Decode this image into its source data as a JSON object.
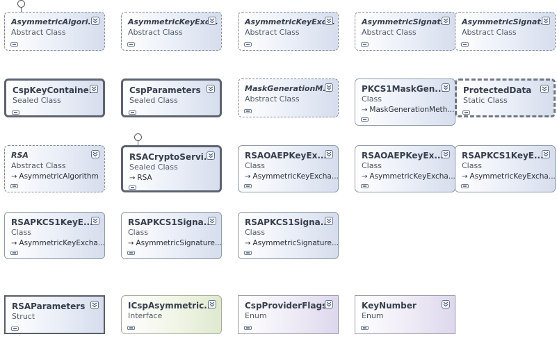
{
  "shapes": [
    {
      "name": "AsymmetricAlgori...",
      "kind": "Abstract Class",
      "style": "abstract"
    },
    {
      "name": "AsymmetricKeyExc...",
      "kind": "Abstract Class",
      "style": "abstract"
    },
    {
      "name": "AsymmetricKeyExc...",
      "kind": "Abstract Class",
      "style": "abstract"
    },
    {
      "name": "AsymmetricSignat...",
      "kind": "Abstract Class",
      "style": "abstract"
    },
    {
      "name": "AsymmetricSignat...",
      "kind": "Abstract Class",
      "style": "abstract"
    },
    {
      "name": "CspKeyContaine...",
      "kind": "Sealed Class",
      "style": "sealed"
    },
    {
      "name": "CspParameters",
      "kind": "Sealed Class",
      "style": "sealed"
    },
    {
      "name": "MaskGenerationM...",
      "kind": "Abstract Class",
      "style": "abstract"
    },
    {
      "name": "PKCS1MaskGen...",
      "kind": "Class",
      "base": "MaskGenerationMeth...",
      "style": "class"
    },
    {
      "name": "ProtectedData",
      "kind": "Static Class",
      "style": "static"
    },
    {
      "name": "RSA",
      "kind": "Abstract Class",
      "base": "AsymmetricAlgorithm",
      "style": "abstract"
    },
    {
      "name": "RSACryptoServi...",
      "kind": "Sealed Class",
      "base": "RSA",
      "style": "sealed"
    },
    {
      "name": "RSAOAEPKeyEx...",
      "kind": "Class",
      "base": "AsymmetricKeyExcha...",
      "style": "class"
    },
    {
      "name": "RSAOAEPKeyEx...",
      "kind": "Class",
      "base": "AsymmetricKeyExcha...",
      "style": "class"
    },
    {
      "name": "RSAPKCS1KeyE...",
      "kind": "Class",
      "base": "AsymmetricKeyExcha...",
      "style": "class"
    },
    {
      "name": "RSAPKCS1KeyE...",
      "kind": "Class",
      "base": "AsymmetricKeyExcha...",
      "style": "class"
    },
    {
      "name": "RSAPKCS1Signa...",
      "kind": "Class",
      "base": "AsymmetricSignature...",
      "style": "class"
    },
    {
      "name": "RSAPKCS1Signa...",
      "kind": "Class",
      "base": "AsymmetricSignature...",
      "style": "class"
    },
    {
      "name": "RSAParameters",
      "kind": "Struct",
      "style": "struct"
    },
    {
      "name": "ICspAsymmetric...",
      "kind": "Interface",
      "style": "interface"
    },
    {
      "name": "CspProviderFlags",
      "kind": "Enum",
      "style": "enum"
    },
    {
      "name": "KeyNumber",
      "kind": "Enum",
      "style": "enum"
    }
  ],
  "icons": {
    "expand": "chevron-double-down-icon",
    "collapse": "compartment-toggle-icon",
    "inherit": "inheritance-arrow-icon",
    "lollipop": "interface-lollipop-icon"
  },
  "colors": {
    "class_fill": "#d6ddec",
    "interface_fill": "#dfe9cf",
    "enum_fill": "#ddd8ec",
    "border": "#8f9aab"
  }
}
